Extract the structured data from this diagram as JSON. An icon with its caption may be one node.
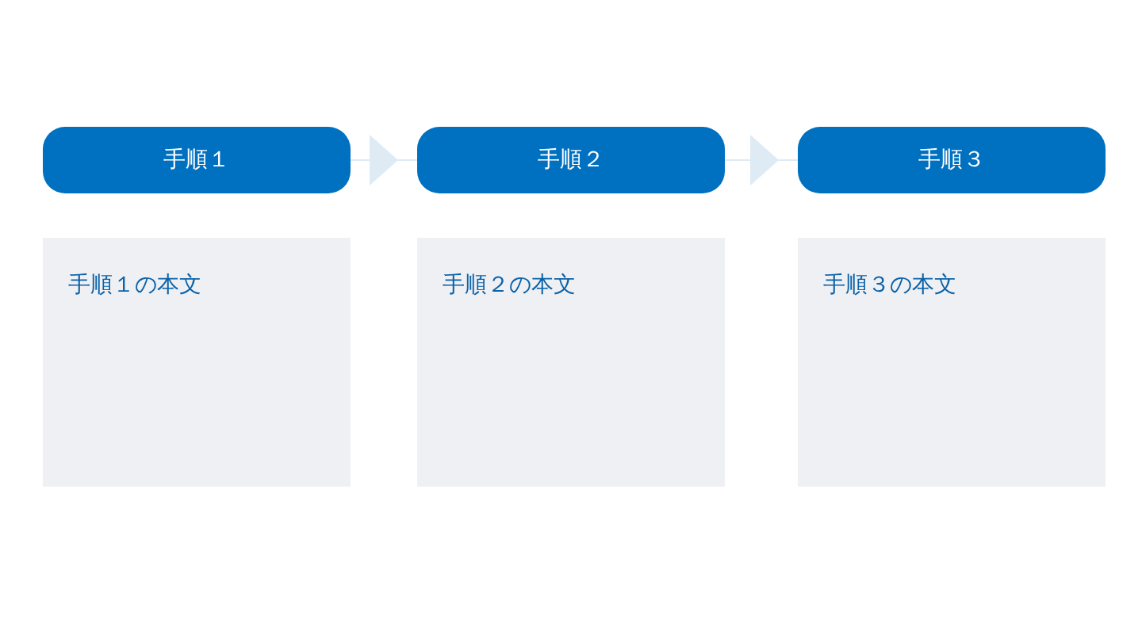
{
  "diagram": {
    "nodes": [
      {
        "text": [
          "手順１"
        ]
      },
      {
        "text": [
          "手順２"
        ]
      },
      {
        "text": [
          "手順３"
        ]
      },
      {
        "text": [
          "手順１の本文"
        ]
      },
      {
        "text": [
          "手順２の本文"
        ]
      },
      {
        "text": [
          "手順３の本文"
        ]
      }
    ],
    "edges": [
      {
        "from": 0,
        "to": 1,
        "arrow": "to"
      },
      {
        "from": 1,
        "to": 2,
        "arrow": "to"
      }
    ]
  }
}
